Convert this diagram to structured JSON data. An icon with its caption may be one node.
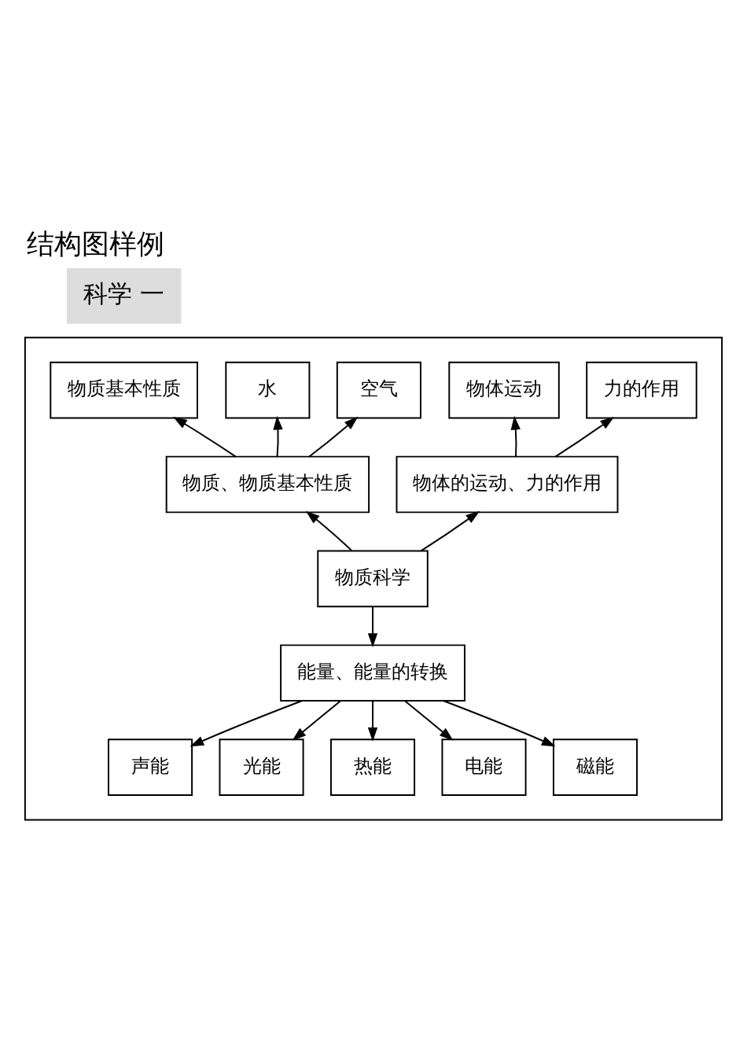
{
  "diagram": {
    "title": "结构图样例",
    "nodes": [
      {
        "text": [],
        "shape": "box"
      },
      {
        "text": [
          "物质基本性质"
        ],
        "in": 0
      },
      {
        "text": [
          "水"
        ],
        "in": 0
      },
      {
        "text": [
          "空气"
        ],
        "in": 0
      },
      {
        "text": [
          "物体运动"
        ],
        "in": 0
      },
      {
        "text": [
          "力的作用"
        ],
        "in": 0
      },
      {
        "text": [
          "物质、物质基本性质"
        ],
        "in": 0
      },
      {
        "text": [
          "物体的运动、力的作用"
        ],
        "in": 0
      },
      {
        "text": [
          "物质科学"
        ],
        "in": 0
      },
      {
        "text": [
          "能量、能量的转换"
        ],
        "in": 0
      },
      {
        "text": [
          "声能"
        ],
        "in": 0
      },
      {
        "text": [
          "光能"
        ],
        "in": 0
      },
      {
        "text": [
          "热能"
        ],
        "in": 0
      },
      {
        "text": [
          "电能"
        ],
        "in": 0
      },
      {
        "text": [
          "磁能"
        ],
        "in": 0
      }
    ],
    "edges": [
      {
        "from": 6,
        "to": 1,
        "arrow": "to"
      },
      {
        "from": 6,
        "to": 2,
        "arrow": "to"
      },
      {
        "from": 6,
        "to": 3,
        "arrow": "to"
      },
      {
        "from": 7,
        "to": 4,
        "arrow": "to"
      },
      {
        "from": 7,
        "to": 5,
        "arrow": "to"
      },
      {
        "from": 8,
        "to": 6,
        "arrow": "to"
      },
      {
        "from": 8,
        "to": 7,
        "arrow": "to"
      },
      {
        "from": 8,
        "to": 9,
        "arrow": "to"
      },
      {
        "from": 9,
        "to": 10,
        "arrow": "to"
      },
      {
        "from": 9,
        "to": 11,
        "arrow": "to"
      },
      {
        "from": 9,
        "to": 12,
        "arrow": "to"
      },
      {
        "from": 9,
        "to": 13,
        "arrow": "to"
      },
      {
        "from": 9,
        "to": 14,
        "arrow": "to"
      }
    ],
    "labels": [
      "科学 一"
    ]
  }
}
